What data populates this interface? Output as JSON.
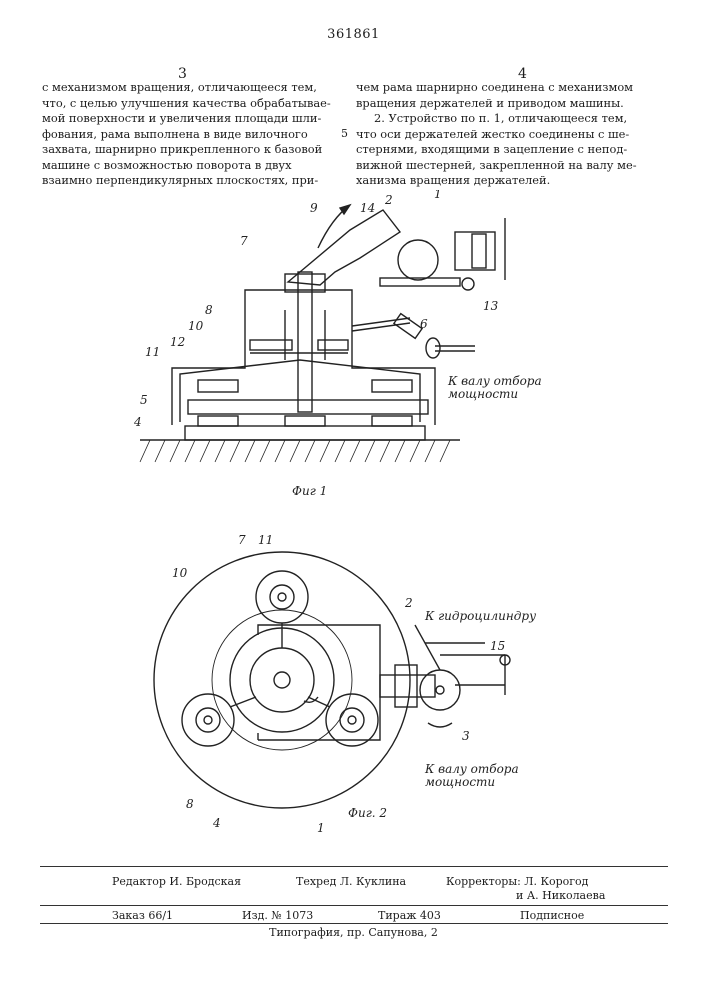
{
  "header": {
    "patent_number": "361861",
    "col_left_number": "3",
    "col_right_number": "4",
    "line_marker": "5"
  },
  "left_column": [
    "с механизмом вращения, отличающееся тем,",
    "что, с целью улучшения качества обрабатывае-",
    "мой поверхности и увеличения площади шли-",
    "фования, рама выполнена в виде вилочного",
    "захвата, шарнирно прикрепленного к базовой",
    "машине с возможностью поворота в двух",
    "взаимно перпендикулярных плоскостях, при-"
  ],
  "right_column": [
    "чем рама шарнирно соединена с механизмом",
    "вращения держателей и приводом машины.",
    "2. Устройство по п. 1, отличающееся тем,",
    "что оси держателей жестко соединены с ше-",
    "стернями, входящими в зацепление с непод-",
    "вижной шестерней, закрепленной на валу ме-",
    "ханизма вращения держателей."
  ],
  "fig1": {
    "caption": "Фиг 1",
    "labels": [
      "1",
      "2",
      "4",
      "5",
      "6",
      "7",
      "8",
      "9",
      "10",
      "11",
      "12",
      "13",
      "14"
    ],
    "power_takeoff": [
      "К валу отбора",
      "мощности"
    ]
  },
  "fig2": {
    "caption": "Фиг. 2",
    "labels": [
      "1",
      "2",
      "3",
      "4",
      "7",
      "8",
      "10",
      "11",
      "15"
    ],
    "hydraulic": "К гидроцилиндру",
    "power_takeoff": [
      "К валу отбора",
      "мощности"
    ]
  },
  "footer": {
    "editor": "Редактор И. Бродская",
    "techred": "Техред Л. Куклина",
    "correctors_1": "Корректоры: Л. Корогод",
    "correctors_2": "и А. Николаева",
    "order": "Заказ 66/1",
    "izd": "Изд. № 1073",
    "tirazh": "Тираж 403",
    "podpisnoe": "Подписное",
    "typography": "Типография, пр. Сапунова, 2"
  }
}
